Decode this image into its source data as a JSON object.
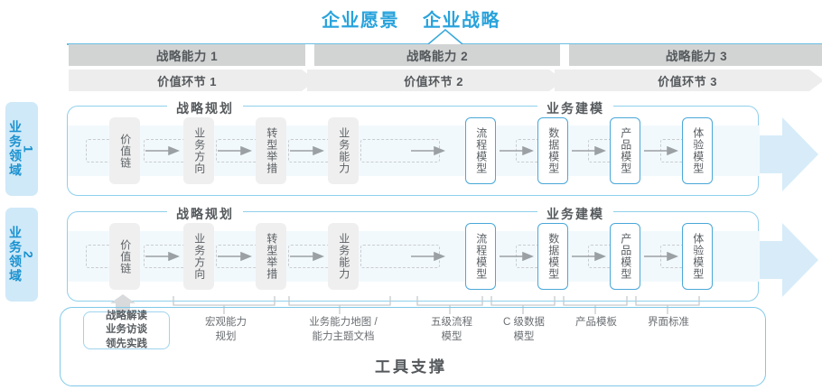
{
  "header": {
    "vision": "企业愿景",
    "strategy": "企业战略"
  },
  "capabilities": [
    {
      "label": "战略能力 1"
    },
    {
      "label": "战略能力 2"
    },
    {
      "label": "战略能力 3"
    }
  ],
  "value_chain": [
    {
      "label": "价值环节 1"
    },
    {
      "label": "价值环节 2"
    },
    {
      "label": "价值环节 3"
    }
  ],
  "domains": [
    {
      "label": "业务领域",
      "num": "1"
    },
    {
      "label": "业务领域",
      "num": "2"
    }
  ],
  "sections": {
    "planning": "战略规划",
    "modeling": "业务建模"
  },
  "nodes": {
    "planning": [
      {
        "label": "价值链"
      },
      {
        "label": "业务方向"
      },
      {
        "label": "转型举措"
      },
      {
        "label": "业务能力"
      }
    ],
    "modeling": [
      {
        "label": "流程模型"
      },
      {
        "label": "数据模型"
      },
      {
        "label": "产品模型"
      },
      {
        "label": "体验模型"
      }
    ]
  },
  "tools": {
    "chip": "战略解读\n业务访谈\n领先实践",
    "labels": [
      {
        "text": "宏观能力\n规划"
      },
      {
        "text": "业务能力地图 /\n能力主题文档"
      },
      {
        "text": "五级流程\n模型"
      },
      {
        "text": "C 级数据\n模型"
      },
      {
        "text": "产品模板"
      },
      {
        "text": "界面标准"
      }
    ],
    "title": "工具支撑"
  },
  "colors": {
    "accent": "#29a3dc",
    "line": "#8fd0ec",
    "band_dark": "#d2d4d4",
    "band_light": "#ededed",
    "node_grey": "#efefef",
    "node_blue_border": "#4aa8d8",
    "text": "#55595c"
  }
}
